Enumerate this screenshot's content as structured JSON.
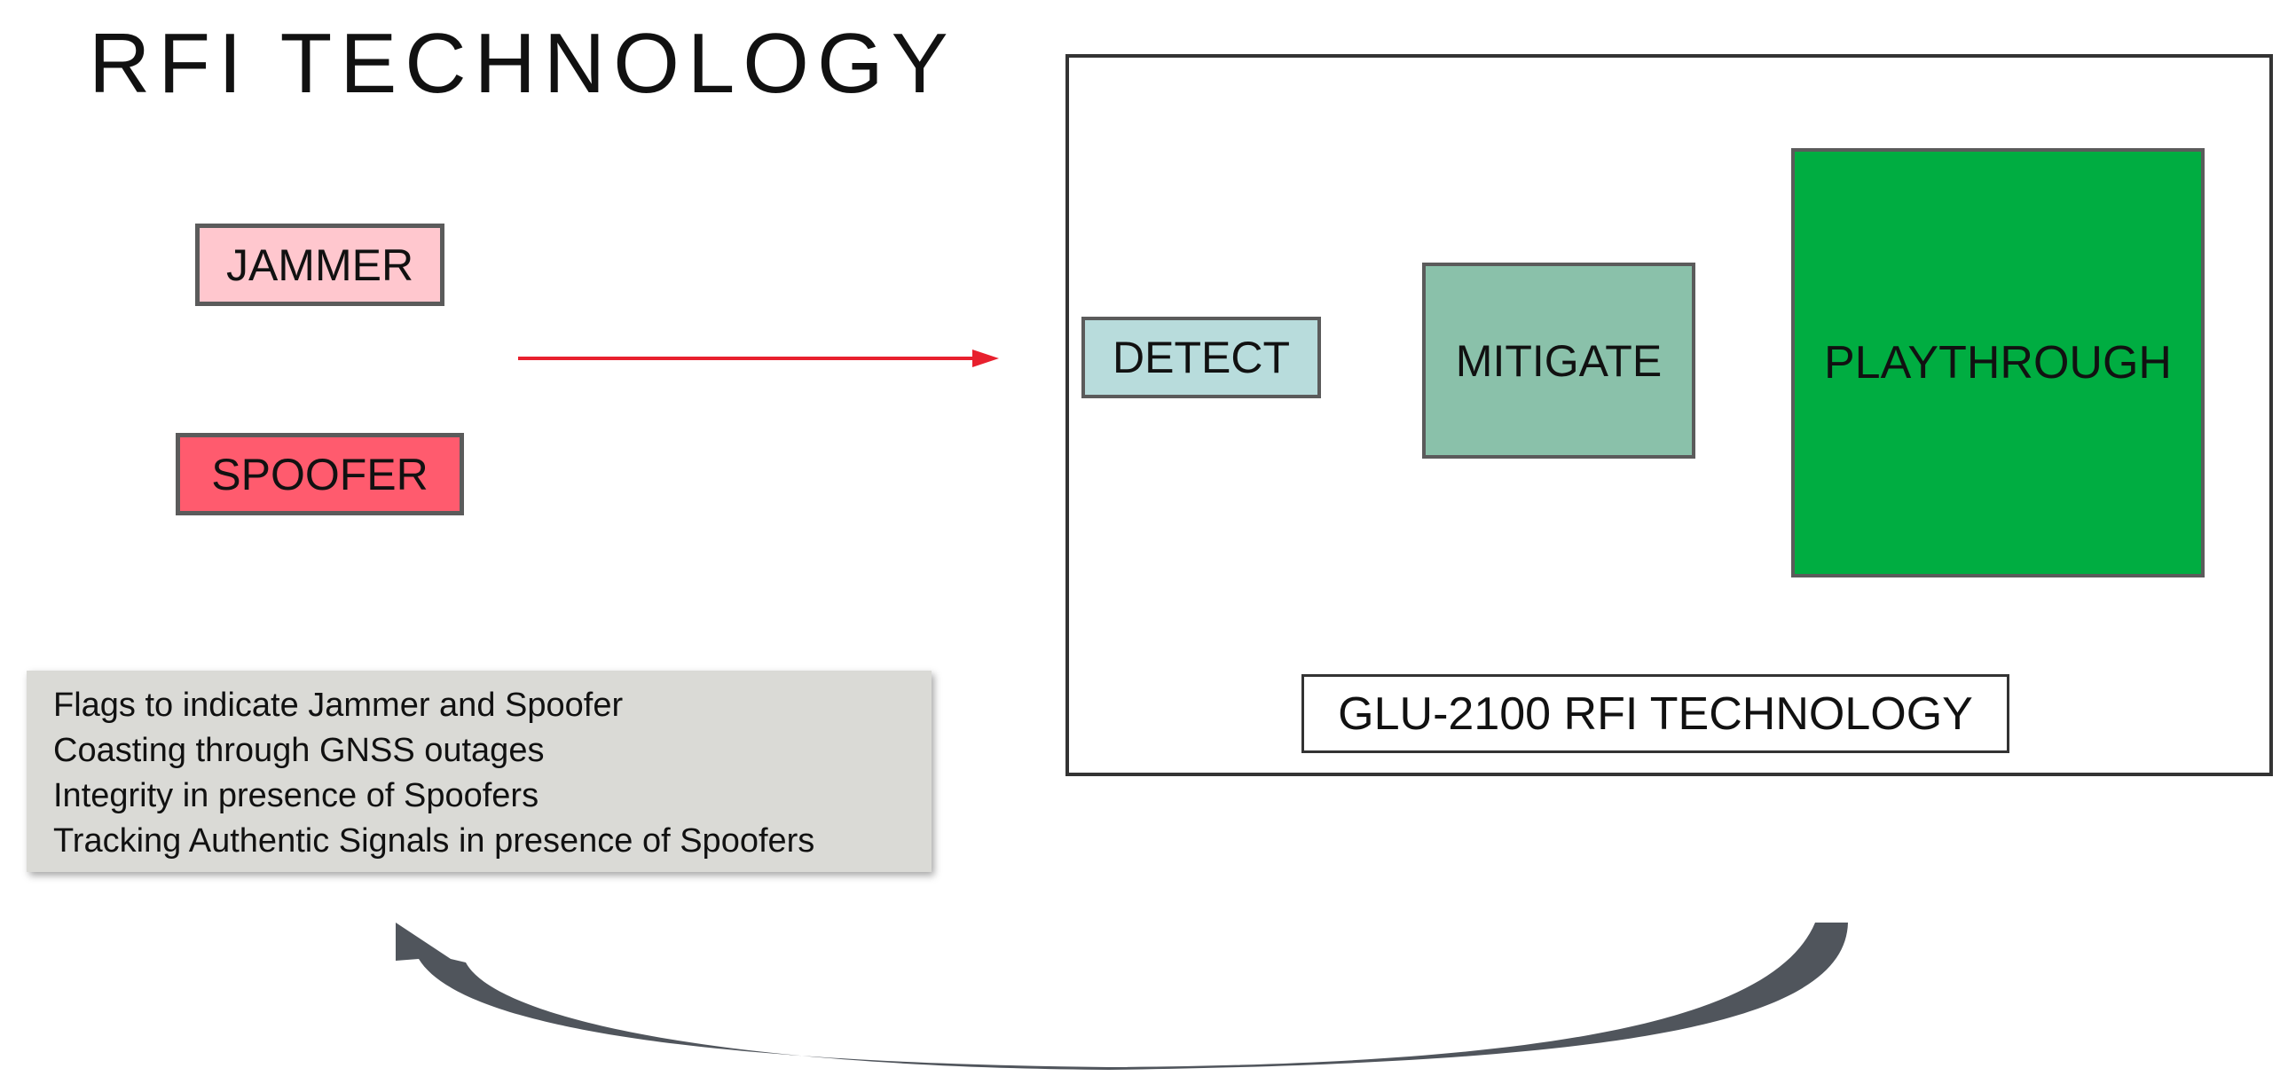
{
  "title": "RFI TECHNOLOGY",
  "inputs": {
    "jammer": "JAMMER",
    "spoofer": "SPOOFER"
  },
  "system": {
    "label": "GLU-2100 RFI TECHNOLOGY",
    "stages": {
      "detect": "DETECT",
      "mitigate": "MITIGATE",
      "playthrough": "PLAYTHROUGH"
    }
  },
  "features": [
    "Flags to indicate Jammer and Spoofer",
    "Coasting through GNSS outages",
    "Integrity in presence of Spoofers",
    "Tracking Authentic Signals in presence of Spoofers"
  ],
  "colors": {
    "jammer": "#ffc7ce",
    "spoofer": "#ff5b6e",
    "detect": "#b8dcdc",
    "mitigate": "#8ac1aa",
    "playthrough": "#00ad41",
    "features_panel": "#dadad6",
    "red_arrow": "#e8202e",
    "feedback_arrow": "#50555c"
  }
}
